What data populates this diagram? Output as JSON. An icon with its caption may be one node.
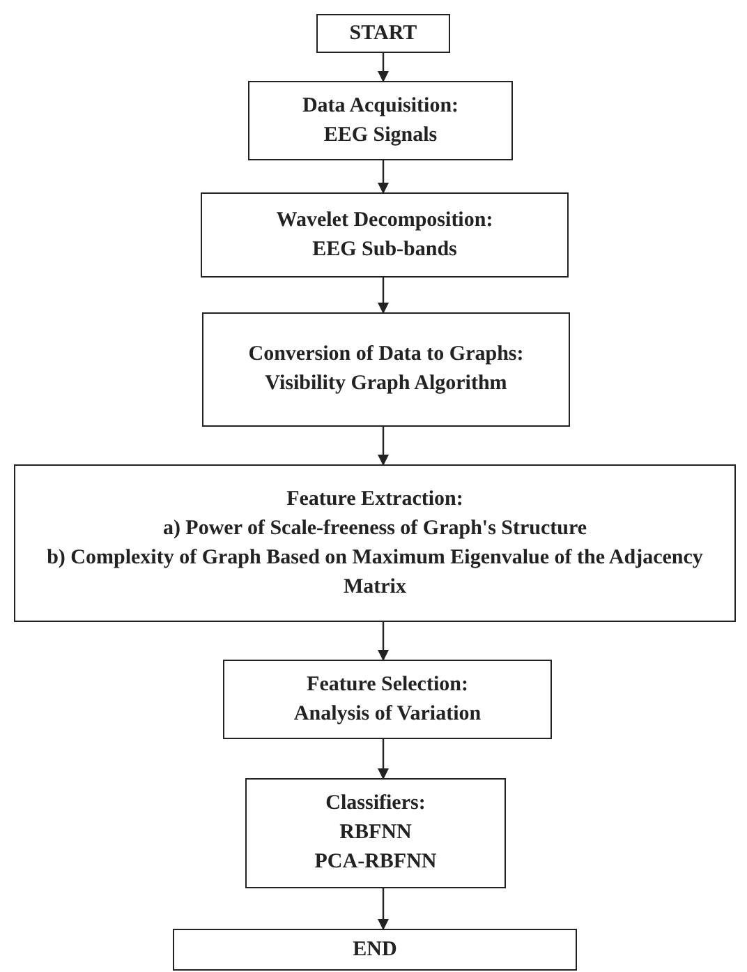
{
  "diagram": {
    "nodes": [
      {
        "text": [
          "START"
        ]
      },
      {
        "text": [
          "Data Acquisition:",
          "EEG Signals"
        ]
      },
      {
        "text": [
          "Wavelet Decomposition:",
          "EEG Sub-bands"
        ]
      },
      {
        "text": [
          "Conversion of Data to Graphs:",
          "Visibility Graph Algorithm"
        ]
      },
      {
        "text": [
          "Feature Extraction:",
          "a) Power of Scale-freeness of Graph's Structure",
          "b) Complexity of Graph Based on Maximum Eigenvalue of the Adjacency Matrix"
        ]
      },
      {
        "text": [
          "Feature Selection:",
          "Analysis of Variation"
        ]
      },
      {
        "text": [
          "Classifiers:",
          "RBFNN",
          "PCA-RBFNN"
        ]
      },
      {
        "text": [
          "END"
        ]
      }
    ],
    "edges": [
      {
        "from": 0,
        "to": 1,
        "arrow": "to"
      },
      {
        "from": 1,
        "to": 2,
        "arrow": "to"
      },
      {
        "from": 2,
        "to": 3,
        "arrow": "to"
      },
      {
        "from": 3,
        "to": 4,
        "arrow": "to"
      },
      {
        "from": 4,
        "to": 5,
        "arrow": "to"
      },
      {
        "from": 5,
        "to": 6,
        "arrow": "to"
      },
      {
        "from": 6,
        "to": 7,
        "arrow": "to"
      }
    ]
  }
}
